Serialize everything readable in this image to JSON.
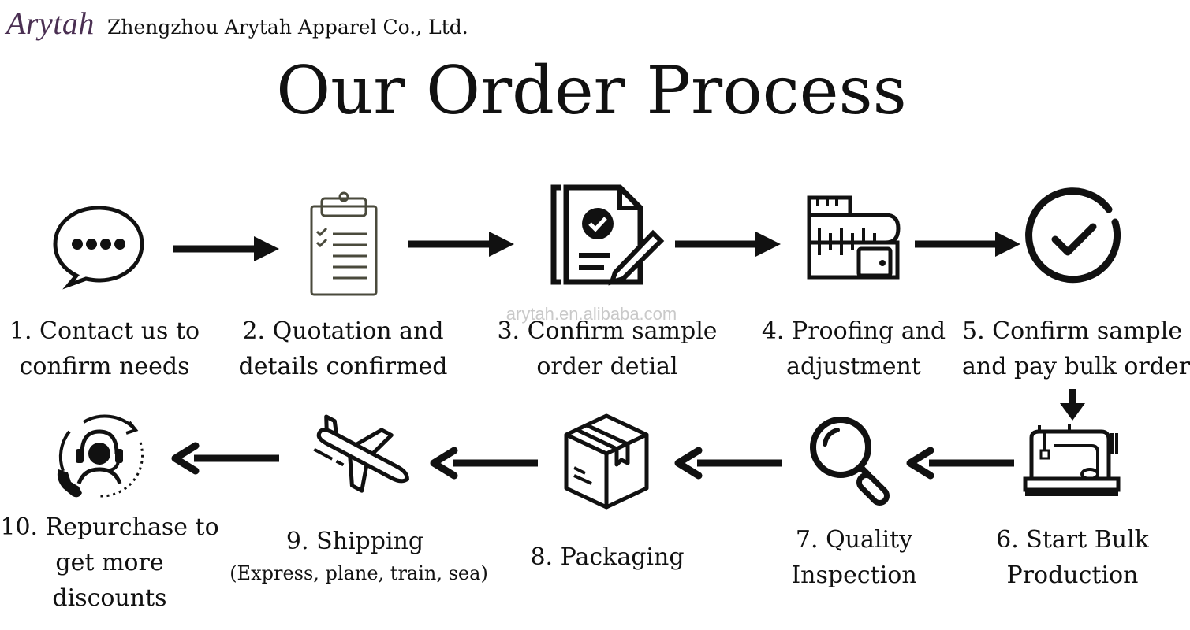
{
  "brand": {
    "logo_text": "Arytah",
    "company_name": "Zhengzhou Arytah Apparel Co., Ltd."
  },
  "title": "Our Order Process",
  "watermark": "arytah.en.alibaba.com",
  "steps": [
    {
      "number": 1,
      "lines": [
        "1. Contact us to",
        "confirm needs"
      ],
      "icon": "chat-bubble-icon"
    },
    {
      "number": 2,
      "lines": [
        "2. Quotation and",
        "details confirmed"
      ],
      "icon": "clipboard-checklist-icon"
    },
    {
      "number": 3,
      "lines": [
        "3. Confirm sample",
        "order detial"
      ],
      "icon": "document-sign-icon"
    },
    {
      "number": 4,
      "lines": [
        "4. Proofing and",
        "adjustment"
      ],
      "icon": "measuring-tape-icon"
    },
    {
      "number": 5,
      "lines": [
        "5. Confirm sample",
        "and pay bulk order"
      ],
      "icon": "check-circle-icon"
    },
    {
      "number": 6,
      "lines": [
        "6. Start Bulk",
        "Production"
      ],
      "icon": "sewing-machine-icon"
    },
    {
      "number": 7,
      "lines": [
        "7. Quality",
        "Inspection"
      ],
      "icon": "magnifier-icon"
    },
    {
      "number": 8,
      "lines": [
        "8. Packaging"
      ],
      "icon": "box-icon"
    },
    {
      "number": 9,
      "lines": [
        "9. Shipping"
      ],
      "sub": "(Express, plane, train, sea)",
      "icon": "airplane-icon"
    },
    {
      "number": 10,
      "lines": [
        "10. Repurchase to",
        "get more",
        "discounts"
      ],
      "icon": "customer-service-icon"
    }
  ],
  "colors": {
    "text": "#111111",
    "logo": "#4a2f52",
    "clipboard": "#4a4a3c",
    "watermark": "#c9c9c9"
  }
}
